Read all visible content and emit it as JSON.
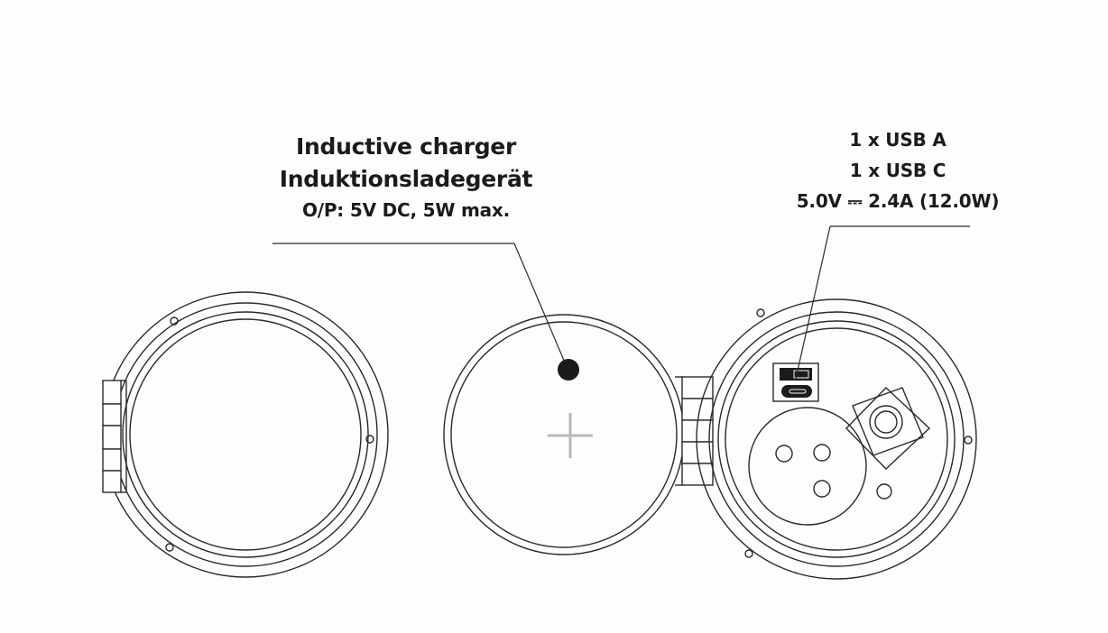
{
  "charger_label": {
    "line1": "Inductive charger",
    "line2": "Induktionsladegerät",
    "line3": "O/P: 5V DC, 5W max."
  },
  "usb_label": {
    "line1": "1 x USB A",
    "line2": "1 x USB C",
    "line3": "5.0V ⎓ 2.4A (12.0W)"
  },
  "colors": {
    "stroke": "#2a2a2a",
    "plus_mark": "#b8b8b8",
    "background": "#fdfdfd"
  }
}
